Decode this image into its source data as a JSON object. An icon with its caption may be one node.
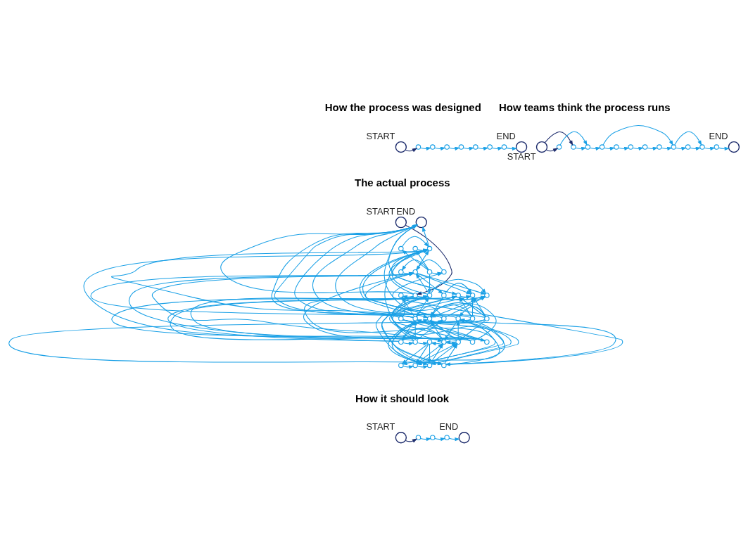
{
  "diagram": {
    "nodes": [
      {
        "text": [],
        "shape": "circle",
        "beside": [
          "START"
        ]
      },
      {
        "text": [],
        "shape": "circle"
      },
      {
        "text": [],
        "shape": "circle"
      },
      {
        "text": [],
        "shape": "circle"
      },
      {
        "text": [],
        "shape": "circle"
      },
      {
        "text": [],
        "shape": "circle"
      },
      {
        "text": [],
        "shape": "circle"
      },
      {
        "text": [],
        "shape": "circle"
      },
      {
        "text": [],
        "shape": "circle",
        "beside": [
          "END"
        ]
      },
      {
        "text": [],
        "shape": "circle",
        "beside": [
          "START"
        ]
      },
      {
        "text": [],
        "shape": "circle"
      },
      {
        "text": [],
        "shape": "circle"
      },
      {
        "text": [],
        "shape": "circle"
      },
      {
        "text": [],
        "shape": "circle"
      },
      {
        "text": [],
        "shape": "circle"
      },
      {
        "text": [],
        "shape": "circle"
      },
      {
        "text": [],
        "shape": "circle"
      },
      {
        "text": [],
        "shape": "circle"
      },
      {
        "text": [],
        "shape": "circle"
      },
      {
        "text": [],
        "shape": "circle"
      },
      {
        "text": [],
        "shape": "circle"
      },
      {
        "text": [],
        "shape": "circle"
      },
      {
        "text": [],
        "shape": "circle",
        "beside": [
          "END"
        ]
      },
      {
        "text": [],
        "shape": "circle",
        "beside": [
          "START"
        ]
      },
      {
        "text": [],
        "shape": "circle",
        "beside": [
          "END"
        ]
      },
      {
        "text": [],
        "shape": "circle"
      },
      {
        "text": [],
        "shape": "circle"
      },
      {
        "text": [],
        "shape": "circle"
      },
      {
        "text": [],
        "shape": "circle"
      },
      {
        "text": [],
        "shape": "circle"
      },
      {
        "text": [],
        "shape": "circle"
      },
      {
        "text": [],
        "shape": "circle"
      },
      {
        "text": [],
        "shape": "circle"
      },
      {
        "text": [],
        "shape": "circle"
      },
      {
        "text": [],
        "shape": "circle"
      },
      {
        "text": [],
        "shape": "circle"
      },
      {
        "text": [],
        "shape": "circle"
      },
      {
        "text": [],
        "shape": "circle"
      },
      {
        "text": [],
        "shape": "circle"
      },
      {
        "text": [],
        "shape": "circle"
      },
      {
        "text": [],
        "shape": "circle"
      },
      {
        "text": [],
        "shape": "circle"
      },
      {
        "text": [],
        "shape": "circle"
      },
      {
        "text": [],
        "shape": "circle"
      },
      {
        "text": [],
        "shape": "circle"
      },
      {
        "text": [],
        "shape": "circle"
      },
      {
        "text": [],
        "shape": "circle"
      },
      {
        "text": [],
        "shape": "circle"
      },
      {
        "text": [],
        "shape": "circle"
      },
      {
        "text": [],
        "shape": "circle"
      },
      {
        "text": [],
        "shape": "circle"
      },
      {
        "text": [],
        "shape": "circle"
      },
      {
        "text": [],
        "shape": "circle"
      },
      {
        "text": [],
        "shape": "circle"
      },
      {
        "text": [],
        "shape": "circle"
      },
      {
        "text": [],
        "shape": "circle"
      },
      {
        "text": [],
        "shape": "circle"
      },
      {
        "text": [],
        "shape": "circle",
        "beside": [
          "START"
        ]
      },
      {
        "text": [],
        "shape": "circle"
      },
      {
        "text": [],
        "shape": "circle"
      },
      {
        "text": [],
        "shape": "circle"
      },
      {
        "text": [],
        "shape": "circle",
        "beside": [
          "END"
        ]
      }
    ],
    "edges": [
      {
        "from": 0,
        "to": 1,
        "arrow": "to",
        "color": "#1b2a6b"
      },
      {
        "from": 1,
        "to": 2,
        "arrow": "to"
      },
      {
        "from": 2,
        "to": 3,
        "arrow": "to"
      },
      {
        "from": 3,
        "to": 4,
        "arrow": "to"
      },
      {
        "from": 4,
        "to": 5,
        "arrow": "to"
      },
      {
        "from": 5,
        "to": 6,
        "arrow": "to"
      },
      {
        "from": 6,
        "to": 7,
        "arrow": "to"
      },
      {
        "from": 7,
        "to": 8,
        "arrow": "to"
      },
      {
        "from": 9,
        "to": 10,
        "arrow": "to",
        "color": "#1b2a6b"
      },
      {
        "from": 9,
        "to": 11,
        "arrow": "to",
        "color": "#1b2a6b"
      },
      {
        "from": 10,
        "to": 12,
        "arrow": "to"
      },
      {
        "from": 11,
        "to": 12,
        "arrow": "to"
      },
      {
        "from": 12,
        "to": 13,
        "arrow": "to"
      },
      {
        "from": 13,
        "to": 14,
        "arrow": "to"
      },
      {
        "from": 14,
        "to": 15,
        "arrow": "to"
      },
      {
        "from": 15,
        "to": 16,
        "arrow": "to"
      },
      {
        "from": 16,
        "to": 17,
        "arrow": "to"
      },
      {
        "from": 17,
        "to": 18,
        "arrow": "to"
      },
      {
        "from": 13,
        "to": 18,
        "arrow": "to"
      },
      {
        "from": 18,
        "to": 19,
        "arrow": "to"
      },
      {
        "from": 19,
        "to": 20,
        "arrow": "to"
      },
      {
        "from": 18,
        "to": 20,
        "arrow": "to"
      },
      {
        "from": 20,
        "to": 21,
        "arrow": "to"
      },
      {
        "from": 21,
        "to": 22,
        "arrow": "to"
      },
      {
        "from": 23,
        "to": 33,
        "arrow": "to",
        "color": "#1b2a6b"
      },
      {
        "from": 33,
        "to": 32,
        "arrow": "to"
      },
      {
        "from": 33,
        "to": 34,
        "arrow": "to"
      },
      {
        "from": 33,
        "to": 24,
        "arrow": "to"
      },
      {
        "from": 33,
        "to": 27,
        "arrow": "to"
      },
      {
        "from": 33,
        "to": 54,
        "arrow": "to"
      },
      {
        "from": 33,
        "to": 56,
        "arrow": "to"
      },
      {
        "from": 39,
        "to": 32,
        "arrow": "to"
      },
      {
        "from": 39,
        "to": 24,
        "arrow": "to"
      },
      {
        "from": 39,
        "to": 52,
        "arrow": "to"
      },
      {
        "from": 39,
        "to": 54,
        "arrow": "to"
      },
      {
        "from": 39,
        "to": 55,
        "arrow": "to"
      },
      {
        "from": 39,
        "to": 53,
        "arrow": "to"
      },
      {
        "from": 40,
        "to": 32,
        "arrow": "to"
      },
      {
        "from": 40,
        "to": 34,
        "arrow": "to"
      },
      {
        "from": 40,
        "to": 27,
        "arrow": "to"
      },
      {
        "from": 40,
        "to": 29,
        "arrow": "to"
      },
      {
        "from": 40,
        "to": 24,
        "arrow": "to"
      },
      {
        "from": 34,
        "to": 38,
        "arrow": "to"
      },
      {
        "from": 34,
        "to": 29,
        "arrow": "to"
      },
      {
        "from": 34,
        "to": 27,
        "arrow": "to"
      },
      {
        "from": 30,
        "to": 25,
        "arrow": "to"
      },
      {
        "from": 30,
        "to": 26,
        "arrow": "to"
      },
      {
        "from": 30,
        "to": 28,
        "arrow": "to"
      },
      {
        "from": 30,
        "to": 31,
        "arrow": "to"
      },
      {
        "from": 30,
        "to": 34,
        "arrow": "to"
      },
      {
        "from": 52,
        "to": 40,
        "arrow": "to"
      },
      {
        "from": 52,
        "to": 29,
        "arrow": "to"
      },
      {
        "from": 52,
        "to": 34,
        "arrow": "to"
      },
      {
        "from": 51,
        "to": 40,
        "arrow": "to"
      },
      {
        "from": 51,
        "to": 34,
        "arrow": "to"
      },
      {
        "from": 51,
        "to": 31,
        "arrow": "to"
      },
      {
        "from": 51,
        "to": 38,
        "arrow": "to"
      },
      {
        "from": 46,
        "to": 40,
        "arrow": "to"
      },
      {
        "from": 46,
        "to": 42,
        "arrow": "to"
      },
      {
        "from": 46,
        "to": 34,
        "arrow": "to"
      },
      {
        "from": 46,
        "to": 29,
        "arrow": "to"
      },
      {
        "from": 46,
        "to": 47,
        "arrow": "to"
      },
      {
        "from": 47,
        "to": 40,
        "arrow": "to"
      },
      {
        "from": 47,
        "to": 48,
        "arrow": "to"
      },
      {
        "from": 47,
        "to": 34,
        "arrow": "to"
      },
      {
        "from": 47,
        "to": 27,
        "arrow": "to"
      },
      {
        "from": 47,
        "to": 42,
        "arrow": "to"
      },
      {
        "from": 42,
        "to": 40,
        "arrow": "to"
      },
      {
        "from": 42,
        "to": 29,
        "arrow": "to"
      },
      {
        "from": 42,
        "to": 38,
        "arrow": "to"
      },
      {
        "from": 42,
        "to": 27,
        "arrow": "to"
      },
      {
        "from": 48,
        "to": 53,
        "arrow": "to"
      },
      {
        "from": 48,
        "to": 54,
        "arrow": "to"
      },
      {
        "from": 48,
        "to": 55,
        "arrow": "to"
      },
      {
        "from": 49,
        "to": 48,
        "arrow": "to"
      },
      {
        "from": 49,
        "to": 46,
        "arrow": "to"
      },
      {
        "from": 49,
        "to": 41,
        "arrow": "to"
      },
      {
        "from": 49,
        "to": 29,
        "arrow": "to"
      },
      {
        "from": 49,
        "to": 50,
        "arrow": "to"
      },
      {
        "from": 50,
        "to": 43,
        "arrow": "to"
      },
      {
        "from": 50,
        "to": 49,
        "arrow": "to"
      },
      {
        "from": 50,
        "to": 36,
        "arrow": "to"
      },
      {
        "from": 50,
        "to": 41,
        "arrow": "to"
      },
      {
        "from": 29,
        "to": 27,
        "arrow": "to"
      },
      {
        "from": 29,
        "to": 37,
        "arrow": "to"
      },
      {
        "from": 29,
        "to": 38,
        "arrow": "to"
      },
      {
        "from": 29,
        "to": 35,
        "arrow": "to"
      },
      {
        "from": 27,
        "to": 36,
        "arrow": "to"
      },
      {
        "from": 27,
        "to": 41,
        "arrow": "to"
      },
      {
        "from": 27,
        "to": 49,
        "arrow": "to"
      },
      {
        "from": 27,
        "to": 24,
        "arrow": "to"
      },
      {
        "from": 35,
        "to": 37,
        "arrow": "to"
      },
      {
        "from": 35,
        "to": 41,
        "arrow": "to"
      },
      {
        "from": 38,
        "to": 41,
        "arrow": "to"
      },
      {
        "from": 38,
        "to": 49,
        "arrow": "to"
      },
      {
        "from": 36,
        "to": 24,
        "arrow": "to"
      },
      {
        "from": 36,
        "to": 37,
        "arrow": "to"
      },
      {
        "from": 43,
        "to": 24,
        "arrow": "to"
      },
      {
        "from": 43,
        "to": 49,
        "arrow": "to"
      },
      {
        "from": 44,
        "to": 24,
        "arrow": "to"
      },
      {
        "from": 44,
        "to": 36,
        "arrow": "to"
      },
      {
        "from": 44,
        "to": 37,
        "arrow": "to"
      },
      {
        "from": 44,
        "to": 41,
        "arrow": "to"
      },
      {
        "from": 44,
        "to": 43,
        "arrow": "to"
      },
      {
        "from": 44,
        "to": 56,
        "arrow": "to"
      },
      {
        "from": 45,
        "to": 24,
        "arrow": "to"
      },
      {
        "from": 45,
        "to": 36,
        "arrow": "to"
      },
      {
        "from": 45,
        "to": 37,
        "arrow": "to"
      },
      {
        "from": 45,
        "to": 41,
        "arrow": "to"
      },
      {
        "from": 45,
        "to": 43,
        "arrow": "to"
      },
      {
        "from": 45,
        "to": 55,
        "arrow": "to"
      },
      {
        "from": 45,
        "to": 56,
        "arrow": "to"
      },
      {
        "from": 45,
        "to": 50,
        "arrow": "to"
      },
      {
        "from": 55,
        "to": 50,
        "arrow": "to"
      },
      {
        "from": 55,
        "to": 43,
        "arrow": "to"
      },
      {
        "from": 55,
        "to": 49,
        "arrow": "to"
      },
      {
        "from": 55,
        "to": 41,
        "arrow": "to"
      },
      {
        "from": 55,
        "to": 36,
        "arrow": "to"
      },
      {
        "from": 55,
        "to": 37,
        "arrow": "to"
      },
      {
        "from": 56,
        "to": 24,
        "arrow": "to"
      },
      {
        "from": 56,
        "to": 43,
        "arrow": "to"
      },
      {
        "from": 56,
        "to": 36,
        "arrow": "to"
      },
      {
        "from": 56,
        "to": 50,
        "arrow": "to"
      },
      {
        "from": 54,
        "to": 49,
        "arrow": "to"
      },
      {
        "from": 54,
        "to": 55,
        "arrow": "to"
      },
      {
        "from": 54,
        "to": 50,
        "arrow": "to"
      },
      {
        "from": 53,
        "to": 54,
        "arrow": "to"
      },
      {
        "from": 25,
        "to": 27,
        "arrow": "to"
      },
      {
        "from": 26,
        "to": 27,
        "arrow": "to"
      },
      {
        "from": 28,
        "to": 29,
        "arrow": "to"
      },
      {
        "from": 31,
        "to": 29,
        "arrow": "to"
      },
      {
        "from": 57,
        "to": 58,
        "arrow": "to",
        "color": "#1b2a6b"
      },
      {
        "from": 58,
        "to": 59,
        "arrow": "to"
      },
      {
        "from": 59,
        "to": 60,
        "arrow": "to"
      },
      {
        "from": 60,
        "to": 61,
        "arrow": "to"
      }
    ],
    "labels": [
      "How the process was designed",
      "How teams think the process runs",
      "The actual process",
      "How it should look"
    ]
  }
}
